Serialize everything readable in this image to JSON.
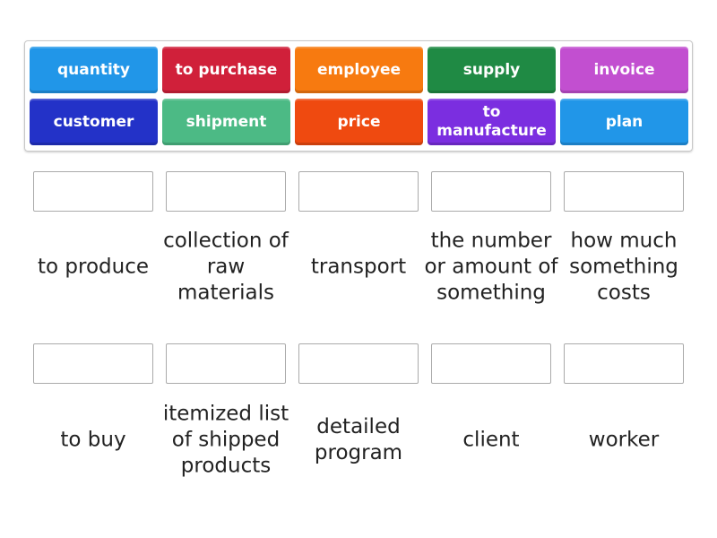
{
  "tiles": [
    {
      "label": "quantity",
      "color": "#2196e8"
    },
    {
      "label": "to purchase",
      "color": "#d0203a"
    },
    {
      "label": "employee",
      "color": "#f77a10"
    },
    {
      "label": "supply",
      "color": "#1f8a44"
    },
    {
      "label": "invoice",
      "color": "#c24fd0"
    },
    {
      "label": "customer",
      "color": "#2332c8"
    },
    {
      "label": "shipment",
      "color": "#4cba85"
    },
    {
      "label": "price",
      "color": "#ef4a10"
    },
    {
      "label": "to manufacture",
      "color": "#7b2ee0"
    },
    {
      "label": "plan",
      "color": "#2196e8"
    }
  ],
  "definitions": [
    "to produce",
    "collection of raw materials",
    "transport",
    "the number or amount of something",
    "how much something costs",
    "to buy",
    "itemized list of shipped products",
    "detailed program",
    "client",
    "worker"
  ]
}
